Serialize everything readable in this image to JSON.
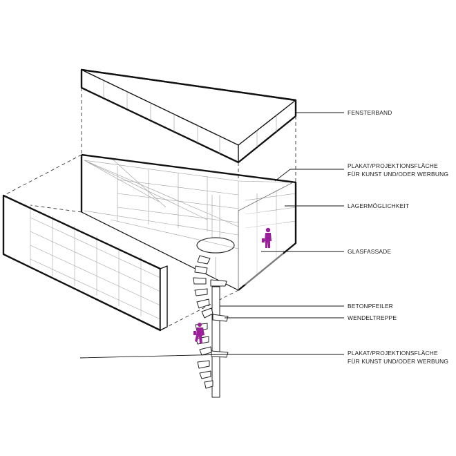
{
  "labels": {
    "fensterband": "FENSTERBAND",
    "plakat_top_1": "PLAKAT/PROJEKTIONSFLÄCHE",
    "plakat_top_2": "FÜR KUNST UND/ODER WERBUNG",
    "lager": "LAGERMÖGLICHKEIT",
    "glas": "GLASFASSADE",
    "beton": "BETONPFEILER",
    "wendel": "WENDELTREPPE",
    "plakat_bottom_1": "PLAKAT/PROJEKTIONSFLÄCHE",
    "plakat_bottom_2": "FÜR KUNST UND/ODER WERBUNG"
  },
  "colors": {
    "line": "#111111",
    "thin": "#9a9a9a",
    "figure": "#9b1f9a"
  }
}
